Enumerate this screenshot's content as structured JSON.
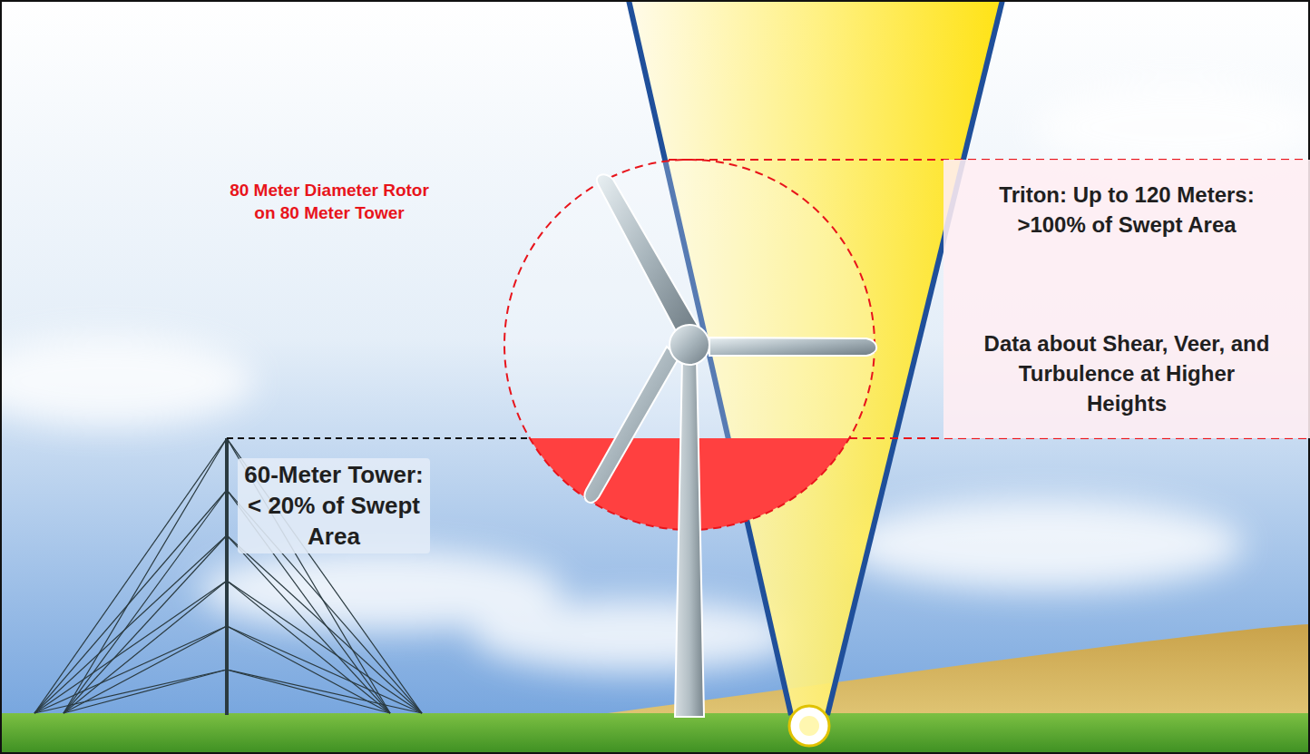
{
  "diagram": {
    "nodes": [
      {
        "text": [
          "Triton: Up to 120 Meters: >100% of Swept Area",
          "Data about Shear, Veer, and Turbulence at Higher Heights"
        ]
      }
    ],
    "labels": [
      "80 Meter Diameter Rotor on 80 Meter Tower",
      "60-Meter Tower: < 20% of Swept Area"
    ]
  }
}
